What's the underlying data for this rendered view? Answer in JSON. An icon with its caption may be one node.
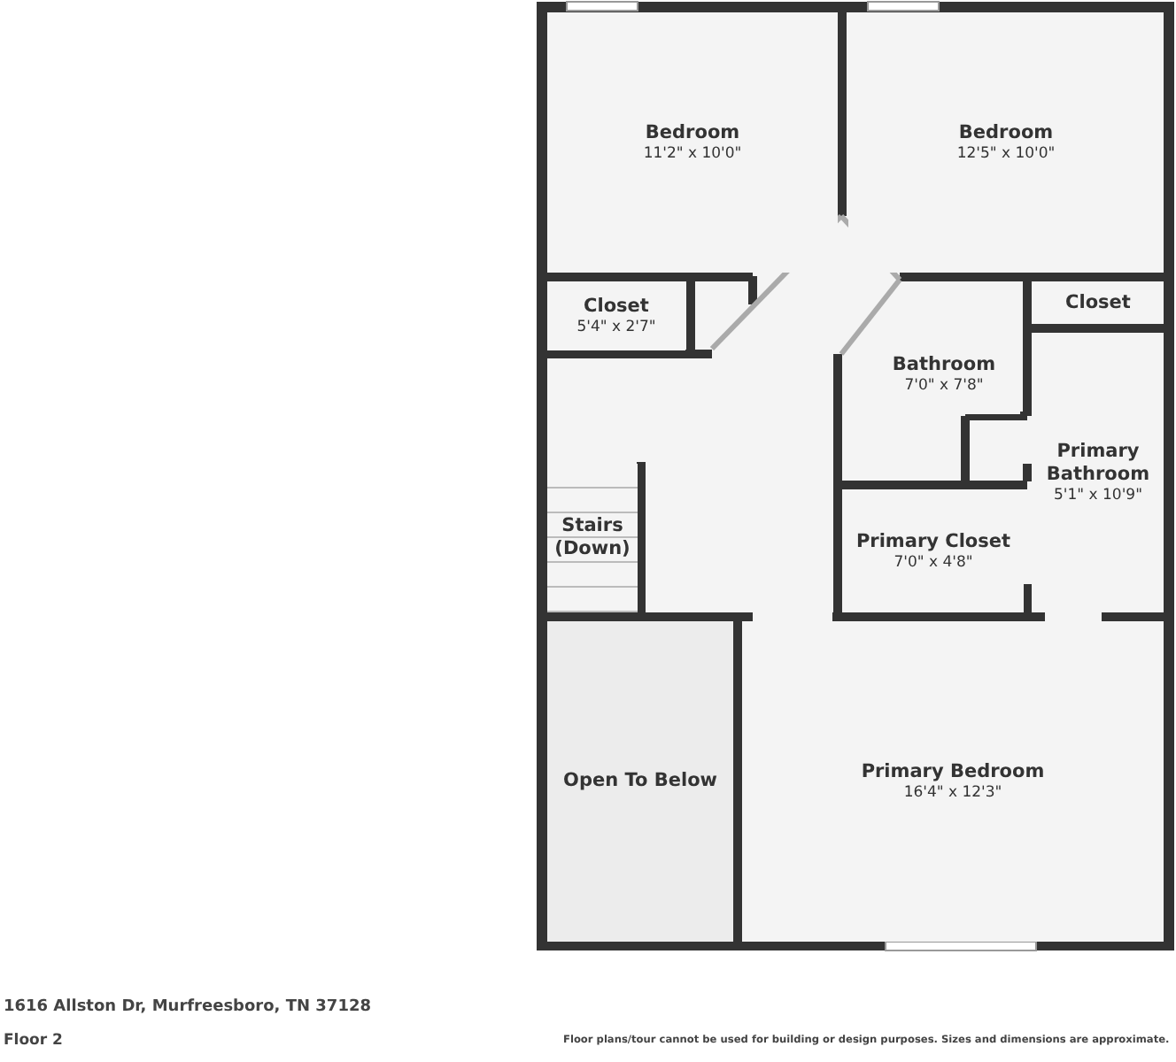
{
  "diagram": {
    "nodes": [
      {
        "text": [
          "Bedroom",
          "11'2\" x 10'0\""
        ]
      },
      {
        "text": [
          "Bedroom",
          "12'5\" x 10'0\""
        ]
      },
      {
        "text": [
          "Closet",
          "5'4\" x 2'7\""
        ]
      },
      {
        "text": [
          "Closet"
        ]
      },
      {
        "text": [
          "Bathroom",
          "7'0\" x 7'8\""
        ]
      },
      {
        "text": [
          "Primary Bathroom",
          "5'1\" x 10'9\""
        ]
      },
      {
        "text": [
          "Stairs (Down)"
        ]
      },
      {
        "text": [
          "Primary Closet",
          "7'0\" x 4'8\""
        ]
      },
      {
        "text": [
          "Open To Below"
        ]
      },
      {
        "text": [
          "Primary Bedroom",
          "16'4\" x 12'3\""
        ]
      }
    ],
    "edges": [],
    "labels": [
      "1616 Allston Dr, Murfreesboro, TN 37128",
      "Floor 2",
      "Floor plans/tour cannot be used for building or design purposes. Sizes and dimensions are approximate."
    ]
  }
}
